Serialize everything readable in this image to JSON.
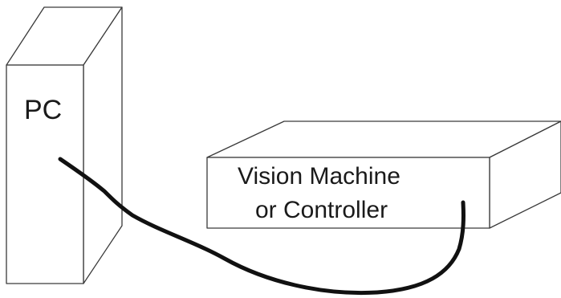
{
  "diagram": {
    "pc_label": "PC",
    "device_label_line1": "Vision Machine",
    "device_label_line2": "or Controller"
  },
  "colors": {
    "outline": "#3a3a3a",
    "cable": "#111111",
    "text": "#1a1a1a",
    "background": "#ffffff"
  }
}
